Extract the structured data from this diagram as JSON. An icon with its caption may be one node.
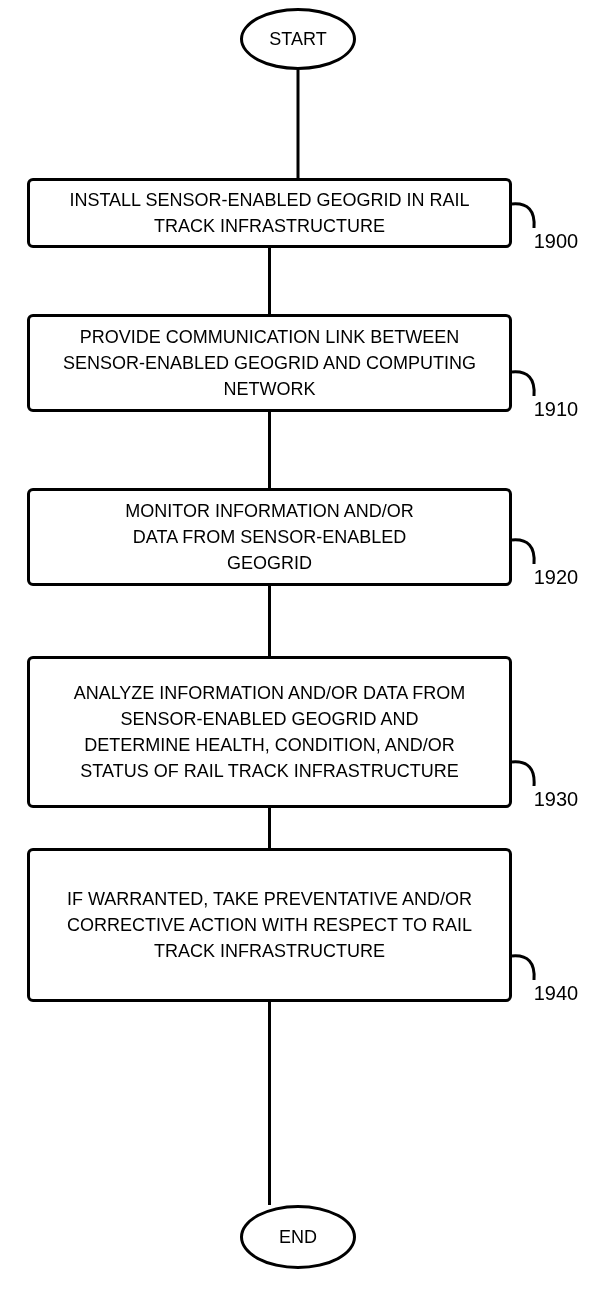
{
  "diagram": {
    "nodes": [
      {
        "text": [
          "START"
        ]
      },
      {
        "text": [
          "INSTALL SENSOR-ENABLED GEOGRID IN RAIL TRACK INFRASTRUCTURE"
        ]
      },
      {
        "text": [
          "PROVIDE COMMUNICATION LINK BETWEEN SENSOR-ENABLED GEOGRID AND COMPUTING NETWORK"
        ]
      },
      {
        "text": [
          "MONITOR INFORMATION AND/OR DATA FROM SENSOR-ENABLED GEOGRID"
        ]
      },
      {
        "text": [
          "ANALYZE INFORMATION AND/OR DATA FROM SENSOR-ENABLED GEOGRID AND DETERMINE HEALTH, CONDITION, AND/OR STATUS OF RAIL TRACK INFRASTRUCTURE"
        ]
      },
      {
        "text": [
          "IF WARRANTED, TAKE PREVENTATIVE AND/OR CORRECTIVE ACTION WITH RESPECT TO RAIL TRACK INFRASTRUCTURE"
        ]
      },
      {
        "text": [
          "END"
        ]
      },
      {
        "text": [
          "1900"
        ]
      },
      {
        "text": [
          "1910"
        ]
      },
      {
        "text": [
          "1920"
        ]
      },
      {
        "text": [
          "1930"
        ]
      },
      {
        "text": [
          "1940"
        ]
      }
    ],
    "edges": [
      {
        "from": 0,
        "to": 1,
        "arrow": "none"
      },
      {
        "from": 1,
        "to": 2,
        "arrow": "none"
      },
      {
        "from": 2,
        "to": 3,
        "arrow": "none"
      },
      {
        "from": 3,
        "to": 4,
        "arrow": "none"
      },
      {
        "from": 4,
        "to": 5,
        "arrow": "none"
      },
      {
        "from": 5,
        "to": 6,
        "arrow": "none"
      },
      {
        "from": 7,
        "to": 1,
        "arrow": "none"
      },
      {
        "from": 8,
        "to": 2,
        "arrow": "none"
      },
      {
        "from": 9,
        "to": 3,
        "arrow": "none"
      },
      {
        "from": 10,
        "to": 4,
        "arrow": "none"
      },
      {
        "from": 11,
        "to": 5,
        "arrow": "none"
      }
    ]
  }
}
